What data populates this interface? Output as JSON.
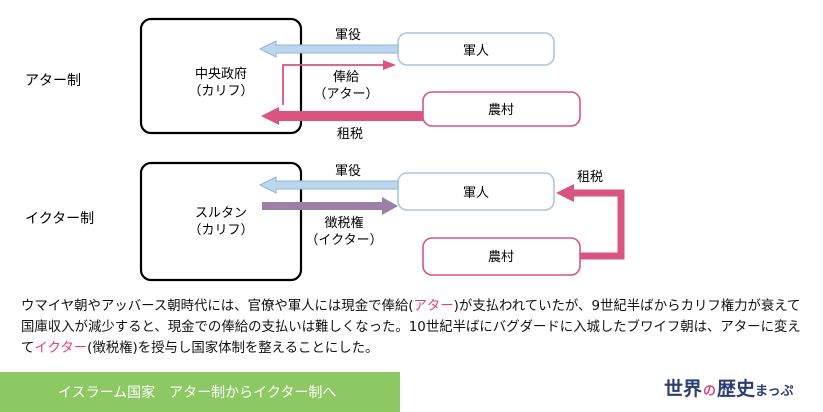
{
  "row1": {
    "side_label": "アター制",
    "ruler": {
      "line1": "中央政府",
      "line2": "（カリフ）"
    },
    "soldier": "軍人",
    "village": "農村",
    "arrow_military": "軍役",
    "arrow_stipend": {
      "line1": "俸給",
      "line2": "（アター）"
    },
    "arrow_tax": "租税"
  },
  "row2": {
    "side_label": "イクター制",
    "ruler": {
      "line1": "スルタン",
      "line2": "（カリフ）"
    },
    "soldier": "軍人",
    "village": "農村",
    "arrow_military": "軍役",
    "arrow_grant": {
      "line1": "徴税権",
      "line2": "（イクター）"
    },
    "arrow_tax": "租税"
  },
  "paragraph": {
    "p1": "ウマイヤ朝やアッバース朝時代には、官僚や軍人には現金で俸給(",
    "h1": "アター",
    "p2": ")が支払われていたが、9世紀半ばからカリフ権力が衰えて国庫収入が減少すると、現金での俸給の支払いは難しくなった。10世紀半ばにバグダードに入城したブワイフ朝は、アターに変えて",
    "h2": "イクター",
    "p3": "(徴税権)を授与し国家体制を整えることにした。"
  },
  "footer": {
    "title": "イスラーム国家　アター制からイクター制へ"
  },
  "logo": {
    "part1": "世界",
    "part2": "の",
    "part3": "歴史",
    "part4": "まっぷ"
  },
  "colors": {
    "blue_fill": "#bcd6ed",
    "blue_border": "#a7c8e6",
    "pink": "#d9547e",
    "purple": "#9e7fa6",
    "green": "#8dc963",
    "navy": "#2d3e73"
  }
}
